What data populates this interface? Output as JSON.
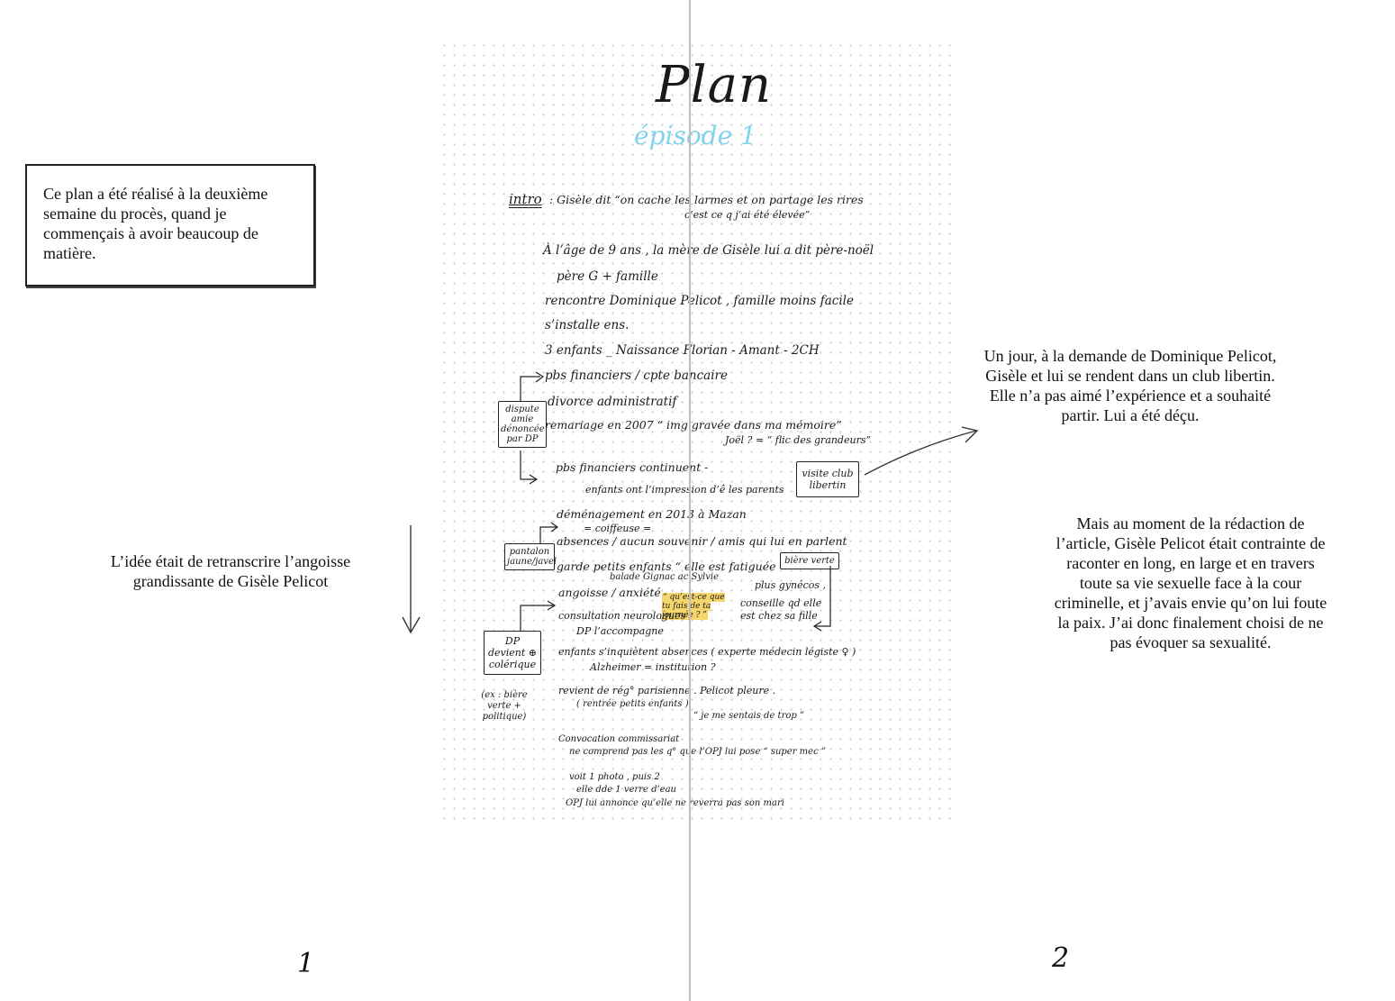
{
  "notebook": {
    "title": "Plan",
    "subtitle": "épisode 1",
    "intro_label": "intro",
    "intro_line1": ": Gisèle dit “on cache les larmes et on partage les rires",
    "intro_line2": "c’est ce q j’ai été élevée”",
    "lines": [
      "À l’âge de 9 ans , la mère de Gisèle lui a dit père-noël",
      "père G + famille",
      "rencontre Dominique Pelicot , famille moins facile",
      "s’installe ens.",
      "3 enfants _ Naissance Florian - Amant - 2CH",
      "pbs financiers / cpte bancaire",
      "divorce administratif",
      "remariage en 2007 “ img gravée dans ma mémoire”",
      "Joël ? = “ flic des grandeurs”",
      "pbs financiers continuent -",
      "enfants ont l’impression d’ê les parents",
      "déménagement en 2013 à Mazan",
      "= coiffeuse =",
      "absences / aucun souvenir / amis qui lui en parlent",
      "garde petits enfants “ elle est fatiguée ”",
      "balade Gignac ac Sylvie",
      "plus gynécos ,",
      "angoisse / anxiété",
      "“ qu’est-ce que tu fais de ta journée ? ”",
      "conseille qd elle est chez sa fille",
      "consultation neurologues",
      "DP l’accompagne",
      "enfants s’inquiètent absences ( experte médecin légiste ♀ )",
      "Alzheimer = institution ?",
      "revient de rég° parisienne . Pelicot pleure .",
      "( rentrée petits enfants )",
      "“ je me sentais de trop ”",
      "Convocation commissariat",
      "ne comprend pas les q° que l’OPJ lui pose “ super mec ”",
      "voit 1 photo , puis 2",
      "elle dde 1 verre d’eau",
      "OPJ lui annonce qu’elle ne reverra pas son mari"
    ],
    "box_dispute": "dispute amie dénoncée par DP",
    "box_visite": "visite club libertin",
    "box_pantalon": "pantalon jaune/javel",
    "box_biere": "bière verte",
    "box_dp": "DP devient ⊕ colérique",
    "side_ex": "(ex : bière verte + politique)"
  },
  "notes": {
    "box_text": "Ce plan a été réalisé à la deuxième semaine du procès, quand je commençais à avoir beaucoup de matière.",
    "left_text": "L’idée était de retranscrire l’angoisse grandissante de Gisèle Pelicot",
    "right_top": "Un jour, à la demande de Dominique Pelicot, Gisèle et lui se rendent dans un club libertin. Elle n’a pas aimé l’expérience et a souhaité partir. Lui a été déçu.",
    "right_bottom": "Mais au moment de la rédaction de l’article, Gisèle Pelicot était contrainte de raconter en long, en large et en travers toute sa vie sexuelle face à la cour criminelle, et j’avais envie qu’on lui foute la paix. J’ai donc finalement choisi de ne pas évoquer sa sexualité."
  },
  "page_numbers": {
    "left": "1",
    "right": "2"
  },
  "colors": {
    "subtitle": "#7fd3ef",
    "highlight": "#f6d56a",
    "gutter": "#bdbdbd"
  }
}
